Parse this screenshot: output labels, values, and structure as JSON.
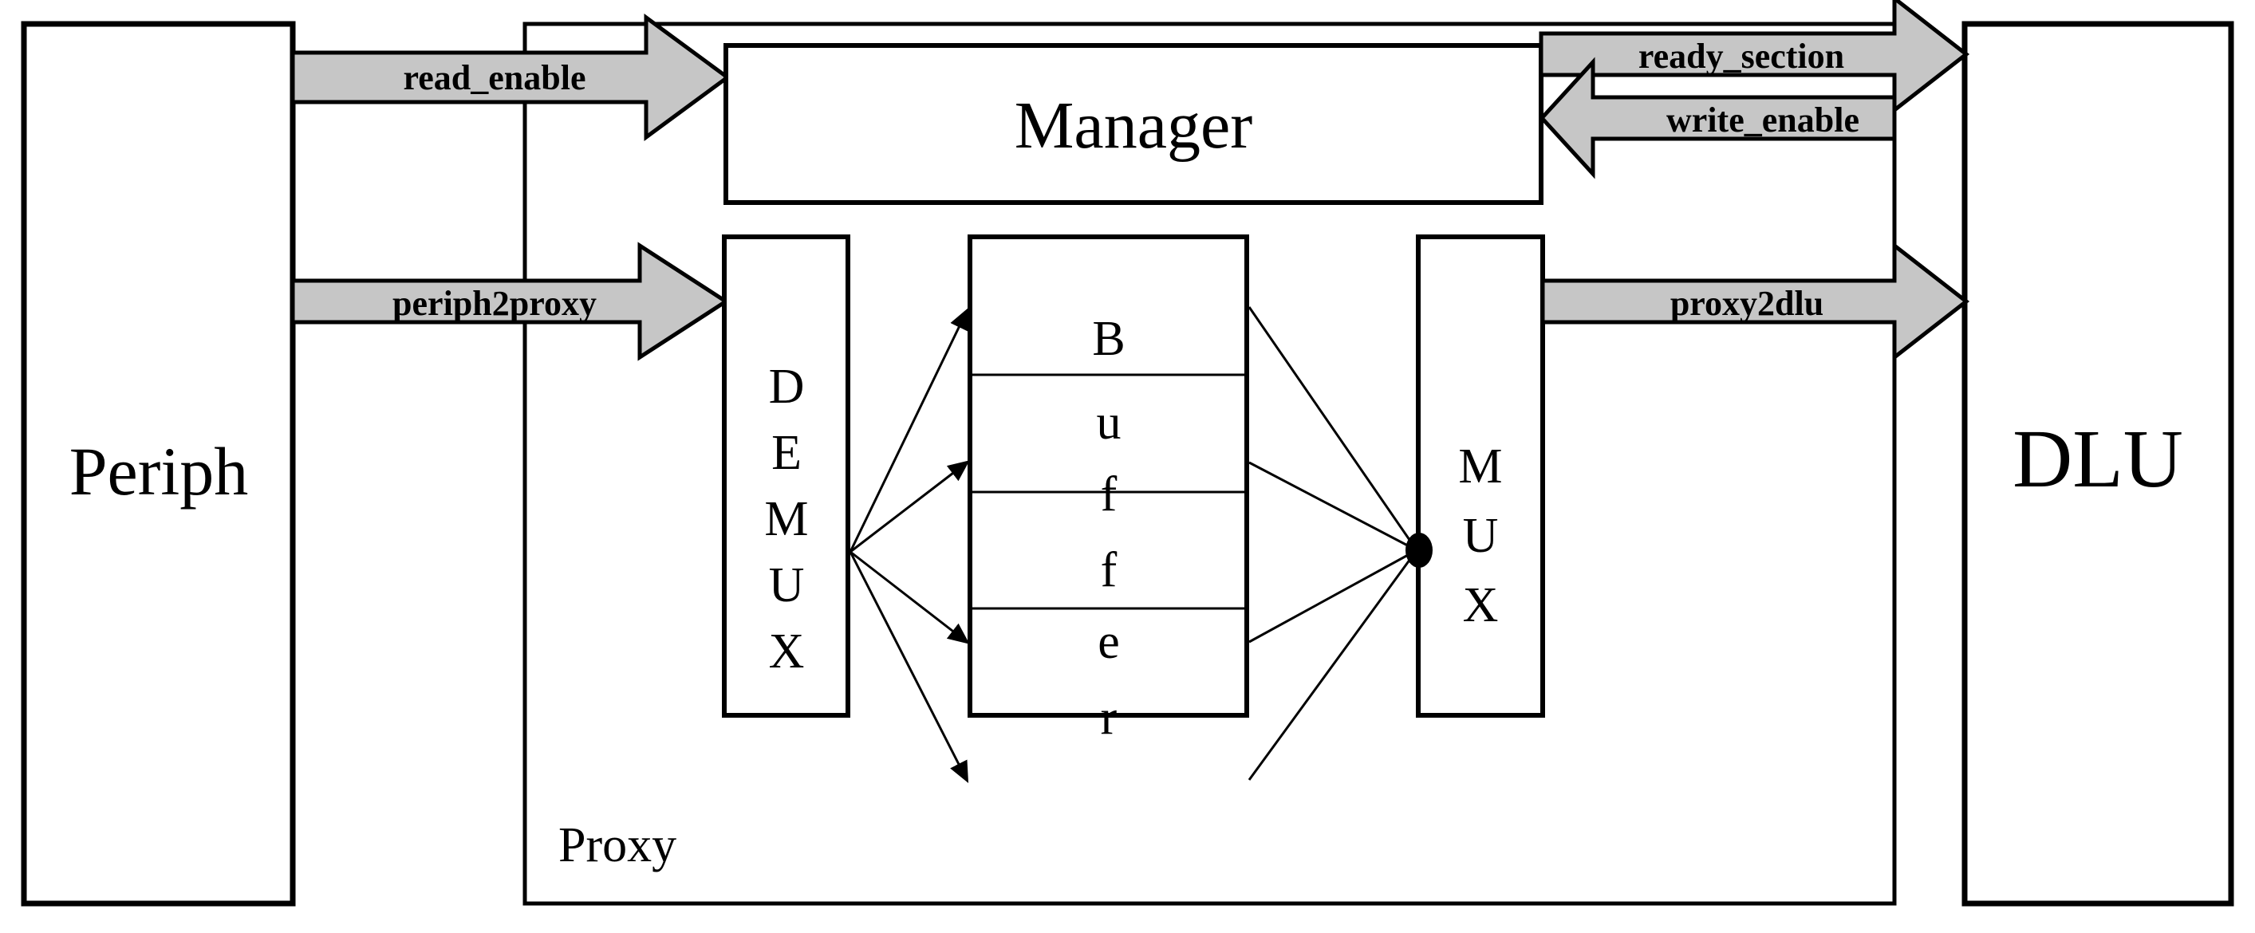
{
  "diagram": {
    "title": "Proxy buffer architecture block diagram",
    "colors": {
      "arrow_fill": "#c6c6c6",
      "line": "#000000",
      "block_fill": "#ffffff",
      "background": "#ffffff"
    },
    "blocks": {
      "periph": {
        "label": "Periph"
      },
      "proxy": {
        "label": "Proxy"
      },
      "manager": {
        "label": "Manager"
      },
      "demux": {
        "label": "DEMUX",
        "letters": [
          "D",
          "E",
          "M",
          "U",
          "X"
        ]
      },
      "buffer": {
        "label": "Buffer",
        "letters": [
          "B",
          "u",
          "f",
          "f",
          "e",
          "r"
        ],
        "sections": 4
      },
      "mux": {
        "label": "MUX",
        "letters": [
          "M",
          "U",
          "X"
        ]
      },
      "dlu": {
        "label": "DLU"
      }
    },
    "signals": [
      {
        "name": "read_enable",
        "label": "read_enable",
        "direction": "right",
        "from": "periph",
        "to": "manager"
      },
      {
        "name": "periph2proxy",
        "label": "periph2proxy",
        "direction": "right",
        "from": "periph",
        "to": "demux"
      },
      {
        "name": "ready_section",
        "label": "ready_section",
        "direction": "right",
        "from": "manager",
        "to": "dlu"
      },
      {
        "name": "write_enable",
        "label": "write_enable",
        "direction": "left",
        "from": "dlu",
        "to": "manager"
      },
      {
        "name": "proxy2dlu",
        "label": "proxy2dlu",
        "direction": "right",
        "from": "mux",
        "to": "dlu"
      }
    ]
  }
}
